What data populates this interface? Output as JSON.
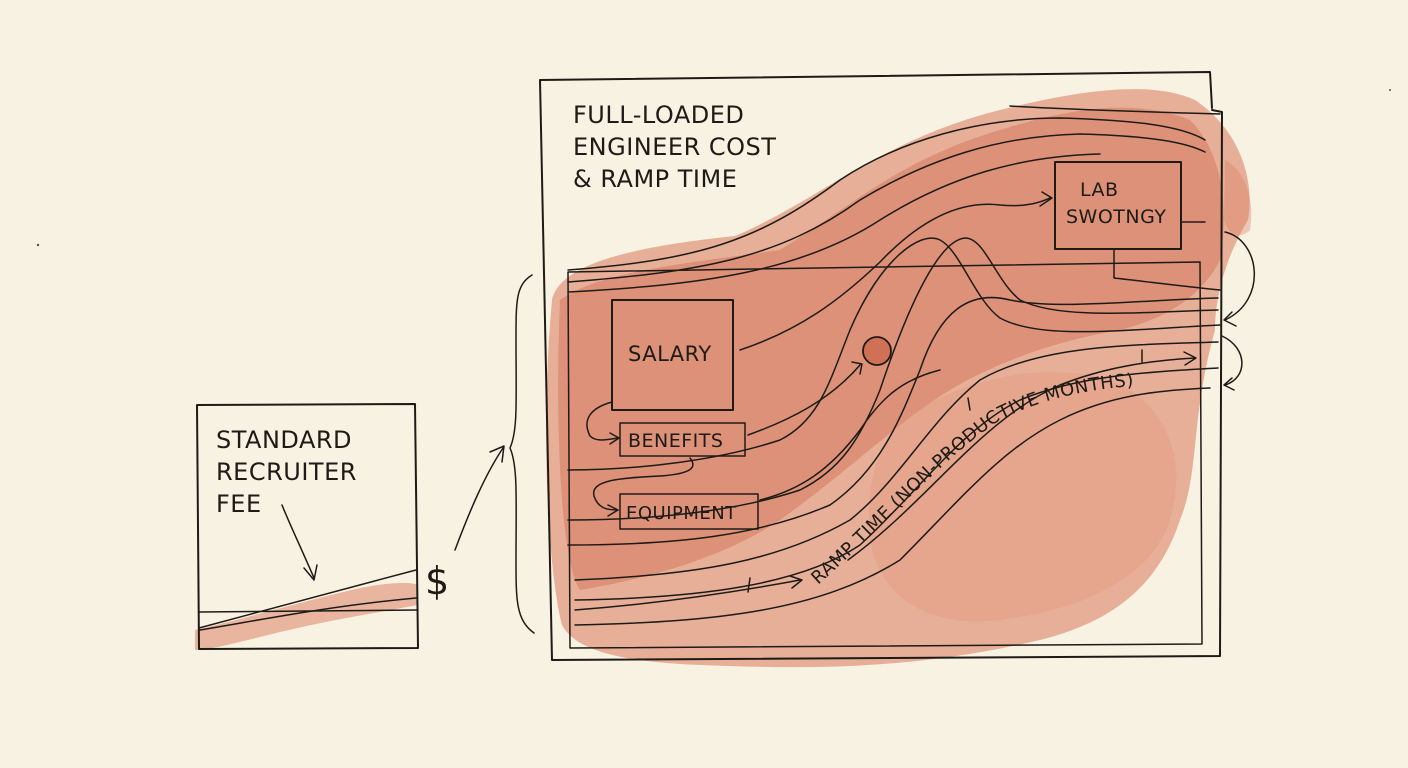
{
  "left_panel": {
    "title_lines": [
      "STANDARD",
      "RECRUITER",
      "FEE"
    ]
  },
  "dollar_sign": "$",
  "right_panel": {
    "title_lines": [
      "FULL-LOADED",
      "ENGINEER COST",
      "& RAMP TIME"
    ],
    "boxes": {
      "salary": "SALARY",
      "benefits": "BENEFITS",
      "equipment": "EQUIPMENT",
      "lab_lines": [
        "LAB",
        "SWOTNGY"
      ]
    },
    "ramp_label": "RAMP TIME (NON-PRODUCTIVE MONTHS)"
  },
  "colors": {
    "paper": "#f8f2e3",
    "ink": "#1e1b17",
    "wash": "#d9785b"
  }
}
